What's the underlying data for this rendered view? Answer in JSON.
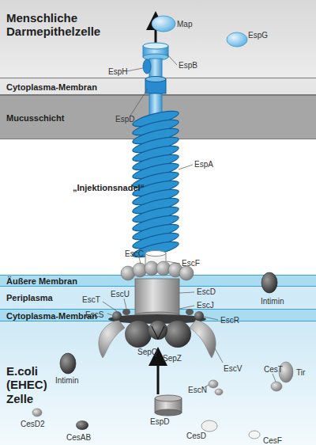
{
  "diagram": {
    "nodes": [
      {
        "text": [
          "Menschliche Darmepithelzelle"
        ]
      },
      {
        "text": [
          "Cytoplasma-Membran"
        ]
      },
      {
        "text": [
          "Mucusschicht"
        ]
      },
      {
        "text": [
          "Äußere Membran"
        ]
      },
      {
        "text": [
          "Periplasma"
        ]
      },
      {
        "text": [
          "Cytoplasma-Membran"
        ]
      },
      {
        "text": [
          "E.coli (EHEC) Zelle"
        ]
      }
    ],
    "labels": [
      "Map",
      "EspG",
      "EspH",
      "EspB",
      "EspD",
      "EspA",
      "„Injektionsnadel“",
      "EscC",
      "EscF",
      "Intimin",
      "EscD",
      "EscT",
      "EscU",
      "EscJ",
      "EscS",
      "EscR",
      "SepQ",
      "SepZ",
      "EscV",
      "Intimin",
      "CesT",
      "Tir",
      "EscN",
      "CesD2",
      "CesAB",
      "EspD",
      "CesD",
      "CesF"
    ]
  }
}
